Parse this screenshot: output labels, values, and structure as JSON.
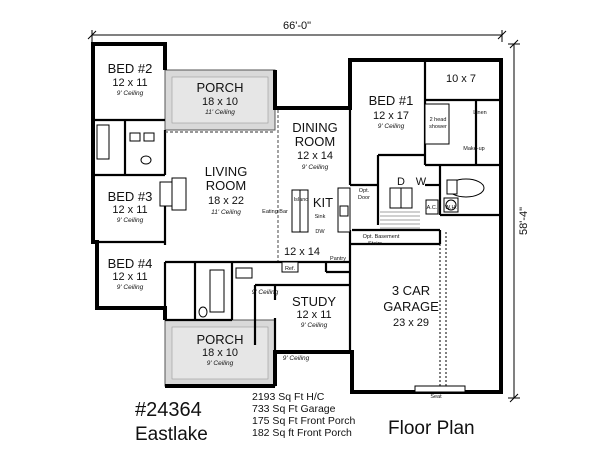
{
  "dimensions": {
    "overall_width": "66'-0\"",
    "overall_depth": "58'-4\""
  },
  "rooms": {
    "bed2": {
      "name": "BED #2",
      "dim": "12 x 11",
      "ceiling": "9' Ceiling"
    },
    "bed3": {
      "name": "BED #3",
      "dim": "12 x 11",
      "ceiling": "9' Ceiling"
    },
    "bed4": {
      "name": "BED #4",
      "dim": "12 x 11",
      "ceiling": "9' Ceiling"
    },
    "porch_top": {
      "name": "PORCH",
      "dim": "18 x 10",
      "ceiling": "11' Ceiling"
    },
    "living": {
      "name1": "LIVING",
      "name2": "ROOM",
      "dim": "18 x 22",
      "ceiling": "11' Ceiling"
    },
    "dining": {
      "name1": "DINING",
      "name2": "ROOM",
      "dim": "12 x 14",
      "ceiling": "9' Ceiling"
    },
    "kit": {
      "name": "KIT",
      "dim": "12 x 14"
    },
    "bed1": {
      "name": "BED #1",
      "dim": "12 x 17",
      "ceiling": "9' Ceiling"
    },
    "closet": {
      "dim": "10 x 7"
    },
    "study": {
      "name": "STUDY",
      "dim": "12 x 11",
      "ceiling": "9' Ceiling"
    },
    "garage": {
      "name1": "3 CAR",
      "name2": "GARAGE",
      "dim": "23 x 29"
    },
    "porch_bottom": {
      "name": "PORCH",
      "dim": "18 x 10",
      "ceiling": "9' Ceiling"
    }
  },
  "labels": {
    "eating_bar": "Eating Bar",
    "island": "Island",
    "sink": "Sink",
    "dw": "DW",
    "pantry": "Pantry",
    "ref": "Ref.",
    "d": "D",
    "w": "W",
    "opt_door_1": "Opt.",
    "opt_door_2": "Door",
    "opt_basement_1": "Opt. Basement",
    "opt_basement_2": "Stairs",
    "shower_1": "2 head",
    "shower_2": "shower",
    "linen": "Linen",
    "makeup": "Make-up",
    "ac": "A.C.",
    "wh": "W.H.",
    "seat": "Seat",
    "hall_ceiling": "9' Ceiling",
    "hall_ceiling_2": "9' Ceiling"
  },
  "plan": {
    "number": "#24364",
    "name": "Eastlake",
    "title": "Floor Plan"
  },
  "stats": [
    "2193 Sq Ft H/C",
    "733 Sq Ft Garage",
    "175 Sq Ft Front Porch",
    "182 Sq ft Front Porch"
  ]
}
